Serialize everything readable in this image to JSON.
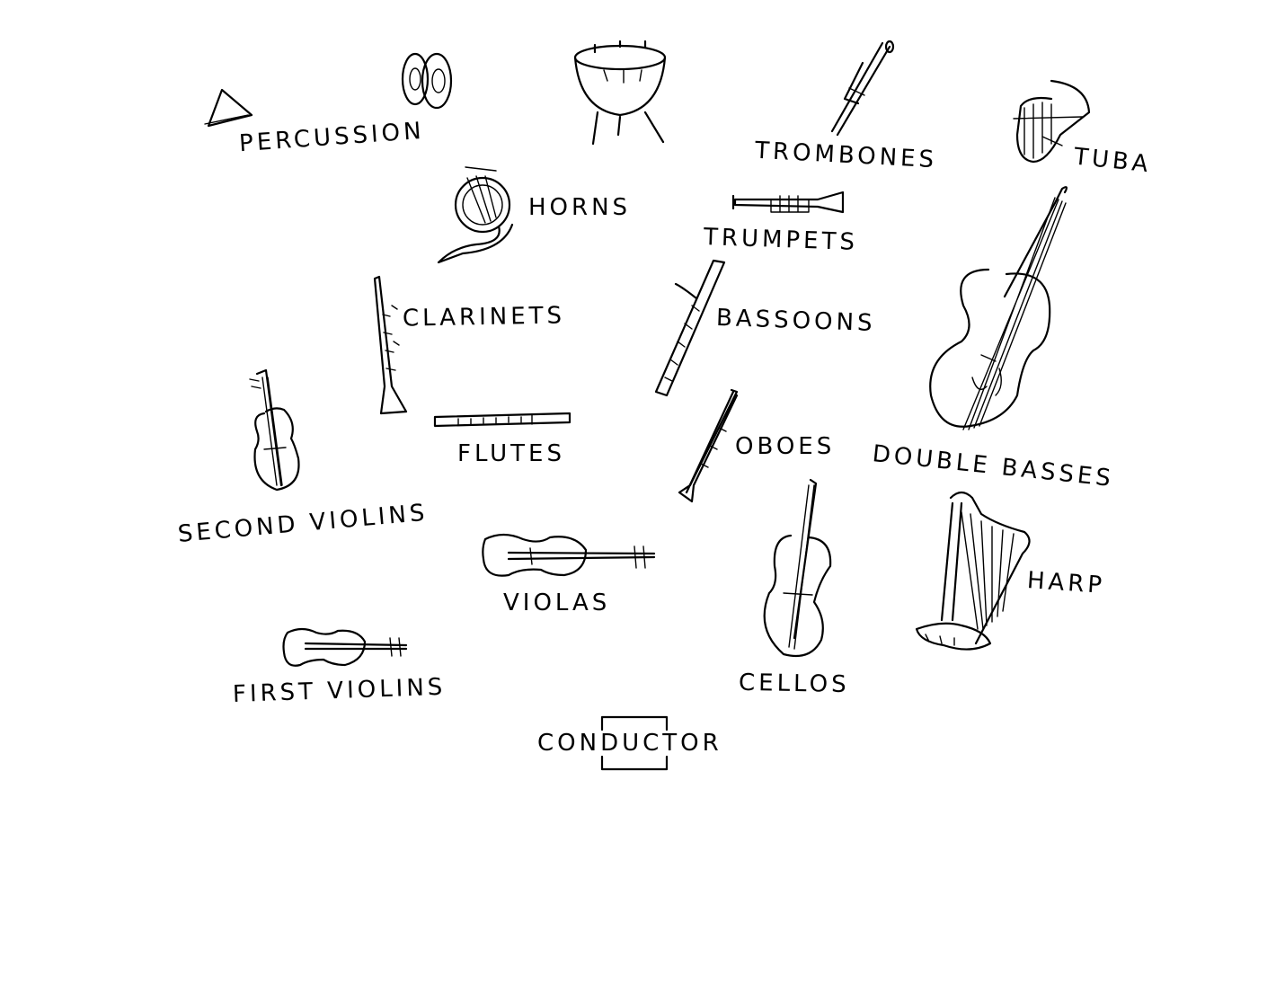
{
  "labels": {
    "percussion": "PERCUSSION",
    "trombones": "TROMBONES",
    "tuba": "TUBA",
    "horns": "HORNS",
    "trumpets": "TRUMPETS",
    "clarinets": "CLARINETS",
    "bassoons": "BASSOONS",
    "flutes": "FLUTES",
    "oboes": "OBOES",
    "double_basses": "DOUBLE BASSES",
    "second_violins": "SECOND VIOLINS",
    "violas": "VIOLAS",
    "harp": "HARP",
    "first_violins": "FIRST VIOLINS",
    "cellos": "CELLOS",
    "conductor": "CONDUCTOR"
  },
  "icons": [
    "triangle-icon",
    "cymbals-icon",
    "timpani-icon",
    "trombone-icon",
    "tuba-icon",
    "french-horn-icon",
    "trumpet-icon",
    "clarinet-icon",
    "bassoon-icon",
    "flute-icon",
    "oboe-icon",
    "double-bass-icon",
    "violin-icon",
    "viola-icon",
    "cello-icon",
    "harp-icon",
    "podium-icon"
  ],
  "colors": {
    "ink": "#000000",
    "background": "#ffffff"
  }
}
